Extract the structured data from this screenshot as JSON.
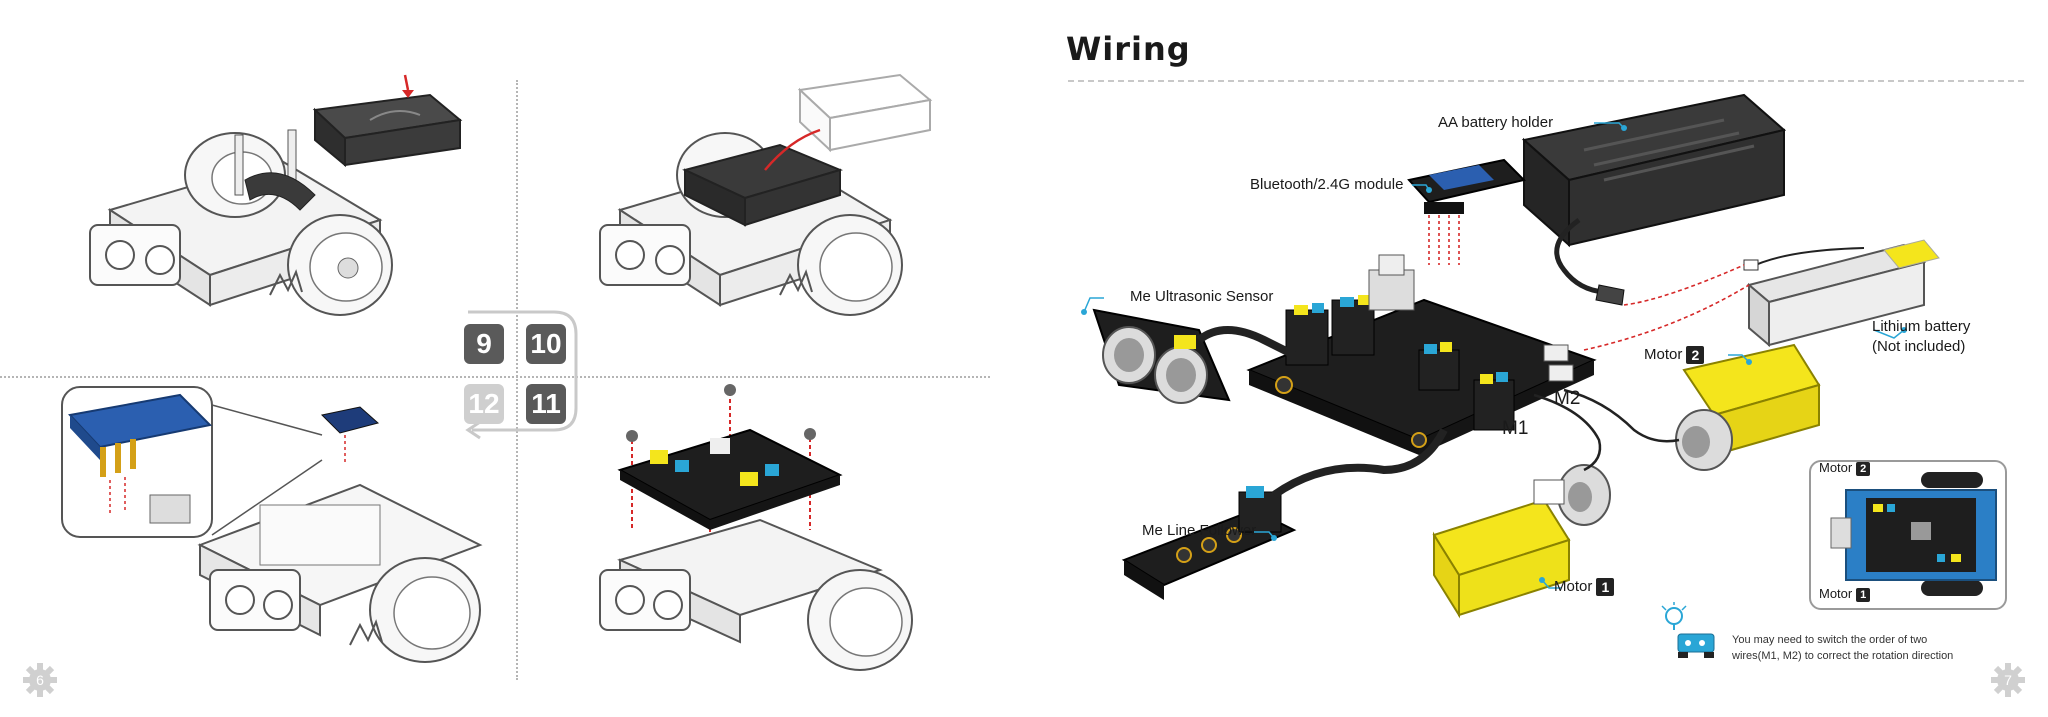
{
  "left_page": {
    "step_labels": [
      "9",
      "10",
      "12",
      "11"
    ],
    "page_number": "6"
  },
  "right_page": {
    "title": "Wiring",
    "page_number": "7",
    "labels": {
      "aa_battery_holder": "AA battery holder",
      "bluetooth_module": "Bluetooth/2.4G module",
      "ultrasonic_sensor": "Me Ultrasonic Sensor",
      "lithium_battery_line1": "Lithium battery",
      "lithium_battery_line2": "(Not included)",
      "motor2_text": "Motor",
      "motor2_num": "2",
      "m2": "M2",
      "m1": "M1",
      "line_follower": "Me Line Follower",
      "motor1_text": "Motor",
      "motor1_num": "1"
    },
    "inset": {
      "motor2_text": "Motor",
      "motor2_num": "2",
      "motor1_text": "Motor",
      "motor1_num": "1"
    },
    "note_line1": "You may need to switch the order of two",
    "note_line2": "wires(M1, M2) to correct the rotation direction"
  },
  "colors": {
    "accent_cyan": "#2aa6d6",
    "motor_yellow": "#f4e51c",
    "board_black": "#1e1e1e",
    "module_blue": "#2b5fb0",
    "step_dark": "#5a5a5a",
    "step_light": "#cfcfcf",
    "wire_red": "#d62828"
  },
  "icons": [
    "gear-icon",
    "lightbulb-icon",
    "robot-icon"
  ]
}
